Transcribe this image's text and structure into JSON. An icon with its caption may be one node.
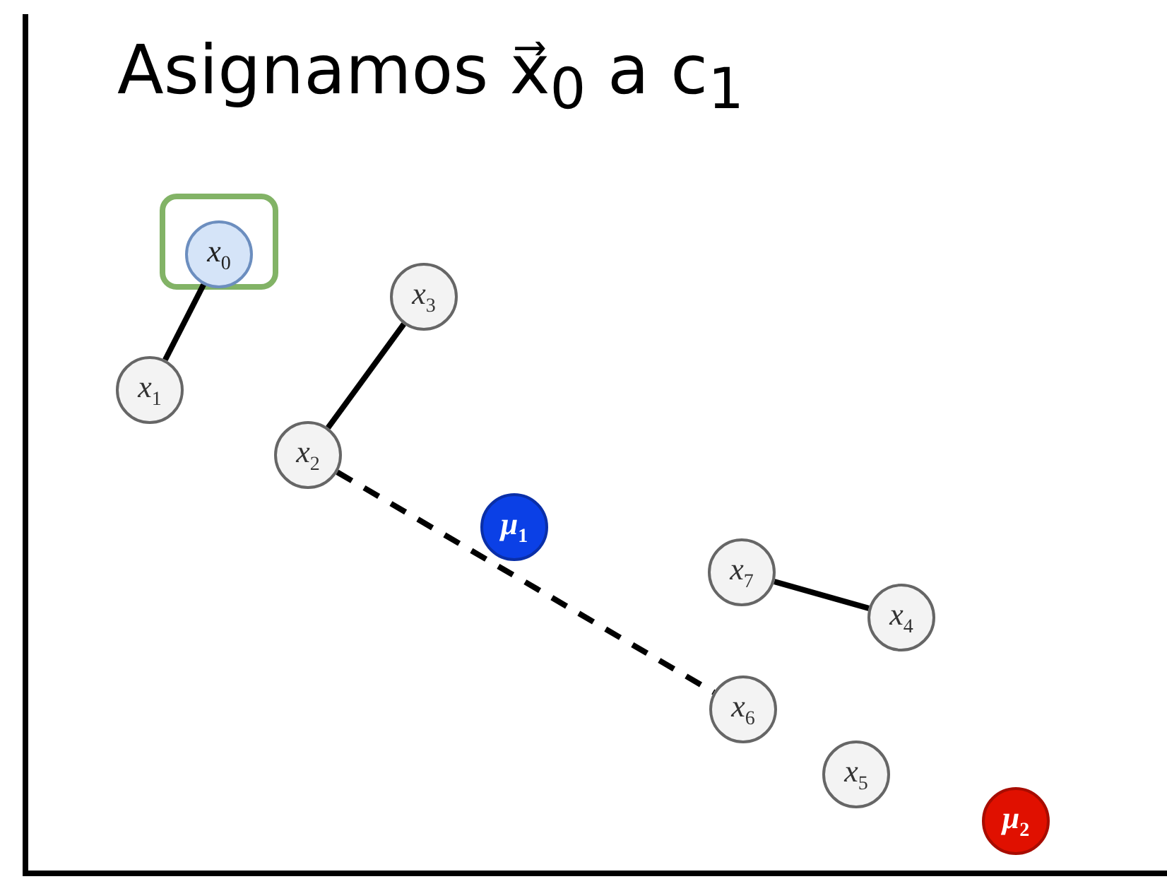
{
  "diagram": {
    "title": "Asignamos x⃗$_{0}$ a c$_{1}$",
    "nodes": [
      {
        "text": [],
        "shape": "box"
      },
      {
        "text": [
          "x$_{0}$"
        ],
        "in": 0
      },
      {
        "text": [
          "x$_{1}$"
        ]
      },
      {
        "text": [
          "x$_{3}$"
        ]
      },
      {
        "text": [
          "x$_{2}$"
        ]
      },
      {
        "text": [
          "μ$_{1}$"
        ]
      },
      {
        "text": [
          "x$_{7}$"
        ]
      },
      {
        "text": [
          "x$_{4}$"
        ]
      },
      {
        "text": [
          "x$_{6}$"
        ]
      },
      {
        "text": [
          "x$_{5}$"
        ]
      },
      {
        "text": [
          "μ$_{2}$"
        ]
      }
    ],
    "edges": [
      {
        "from": 1,
        "to": 2,
        "arrow": "none"
      },
      {
        "from": 3,
        "to": 4,
        "arrow": "none"
      },
      {
        "from": 4,
        "to": 8,
        "arrow": "none",
        "style": "dashed"
      },
      {
        "from": 6,
        "to": 7,
        "arrow": "none"
      }
    ]
  }
}
